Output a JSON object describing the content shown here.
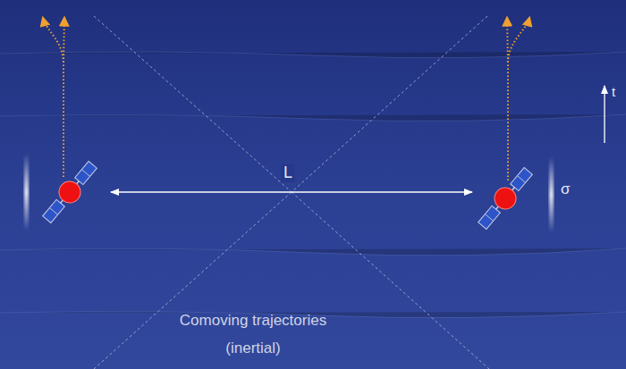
{
  "diagram": {
    "labels": [
      "L",
      "σ",
      "t",
      "Comoving trajectories (inertial)"
    ]
  }
}
